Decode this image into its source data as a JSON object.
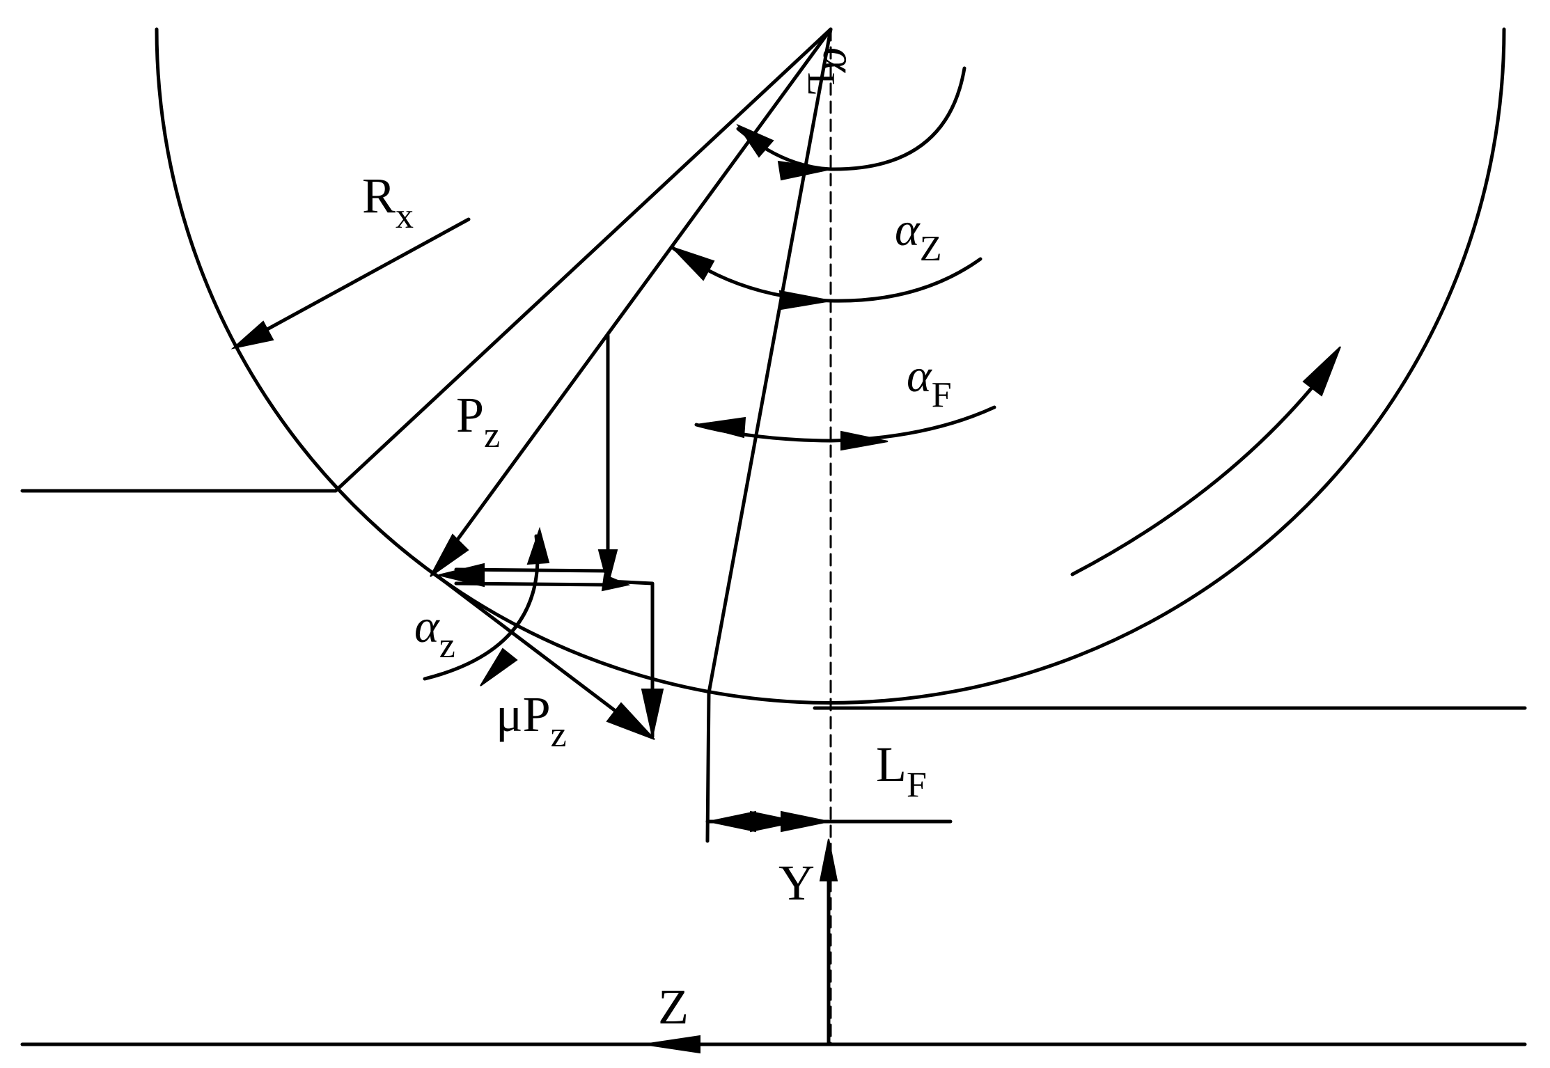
{
  "labels": {
    "rx": {
      "main": "R",
      "sub": "x"
    },
    "pz": {
      "main": "P",
      "sub": "z"
    },
    "mupz": {
      "main": "μP",
      "sub": "z"
    },
    "alpha_l": {
      "main": "α",
      "sub": "L"
    },
    "alpha_z_upper": {
      "main": "α",
      "sub": "Z"
    },
    "alpha_f": {
      "main": "α",
      "sub": "F"
    },
    "alpha_z_lower": {
      "main": "α",
      "sub": "z"
    },
    "lf": {
      "main": "L",
      "sub": "F"
    },
    "y_axis": "Y",
    "z_axis": "Z"
  }
}
